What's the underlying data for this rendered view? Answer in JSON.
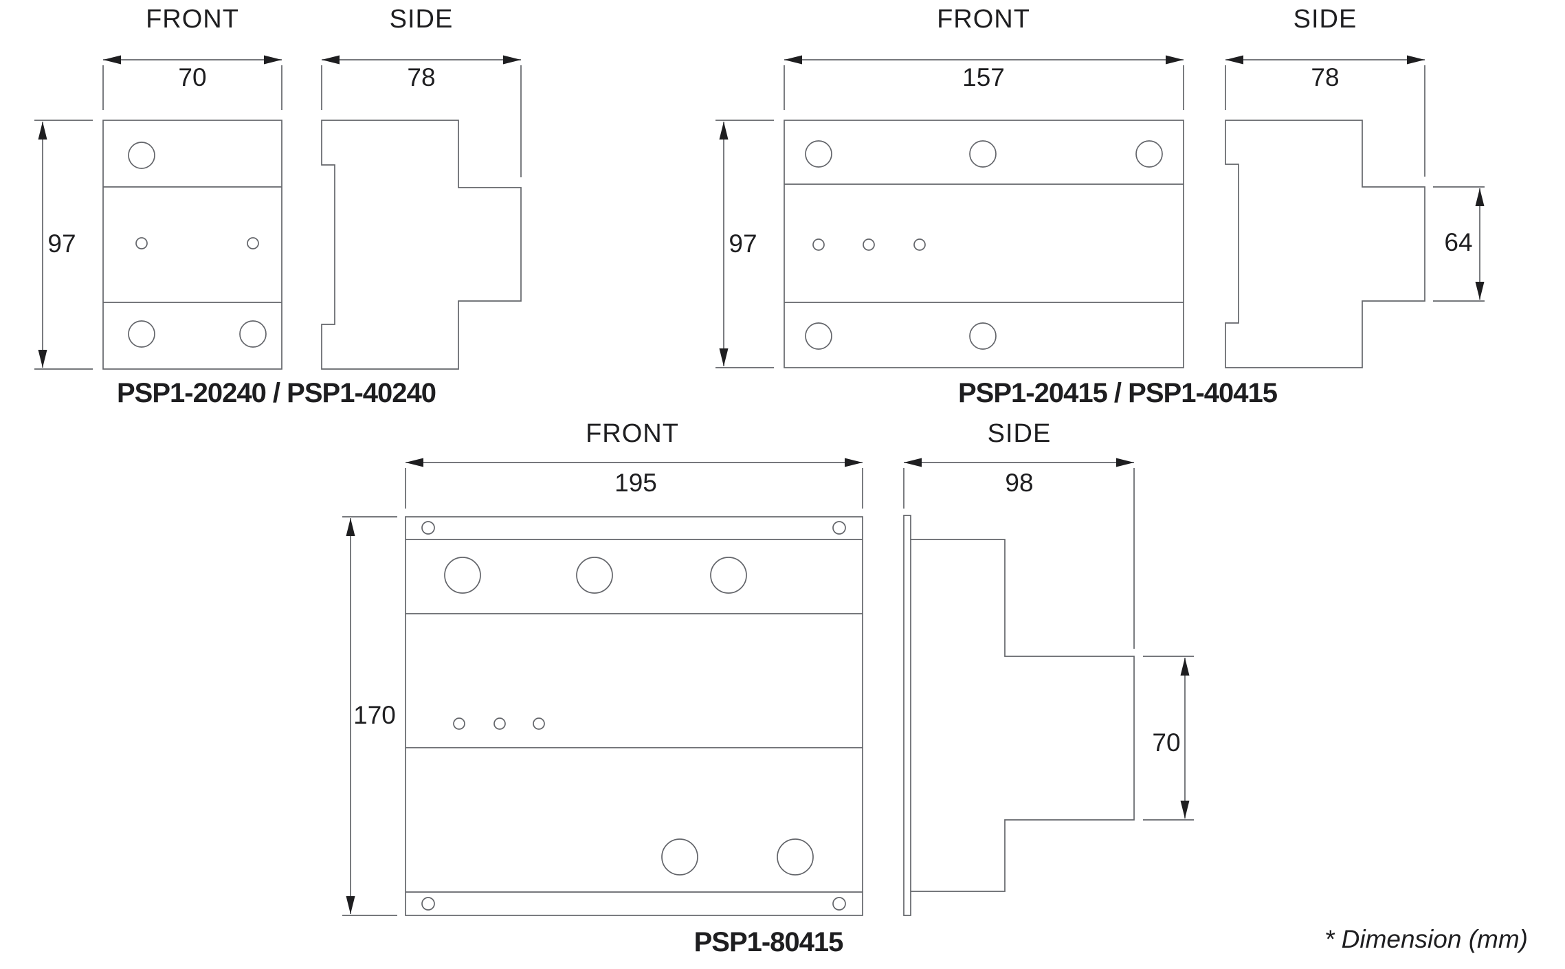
{
  "note_text": "* Dimension (mm)",
  "colors": {
    "line_color": "#63656a",
    "text_color": "#1e1e20",
    "background": "#ffffff"
  },
  "groups": [
    {
      "model_label": "PSP1-20240 / PSP1-40240",
      "front_view": {
        "title": "FRONT",
        "width_mm": "70",
        "height_mm": "97"
      },
      "side_view": {
        "title": "SIDE",
        "width_mm": "78"
      }
    },
    {
      "model_label": "PSP1-20415 / PSP1-40415",
      "front_view": {
        "title": "FRONT",
        "width_mm": "157",
        "height_mm": "97"
      },
      "side_view": {
        "title": "SIDE",
        "width_mm": "78",
        "block_height_mm": "64"
      }
    },
    {
      "model_label": "PSP1-80415",
      "front_view": {
        "title": "FRONT",
        "width_mm": "195",
        "height_mm": "170"
      },
      "side_view": {
        "title": "SIDE",
        "width_mm": "98",
        "block_height_mm": "70"
      }
    }
  ]
}
